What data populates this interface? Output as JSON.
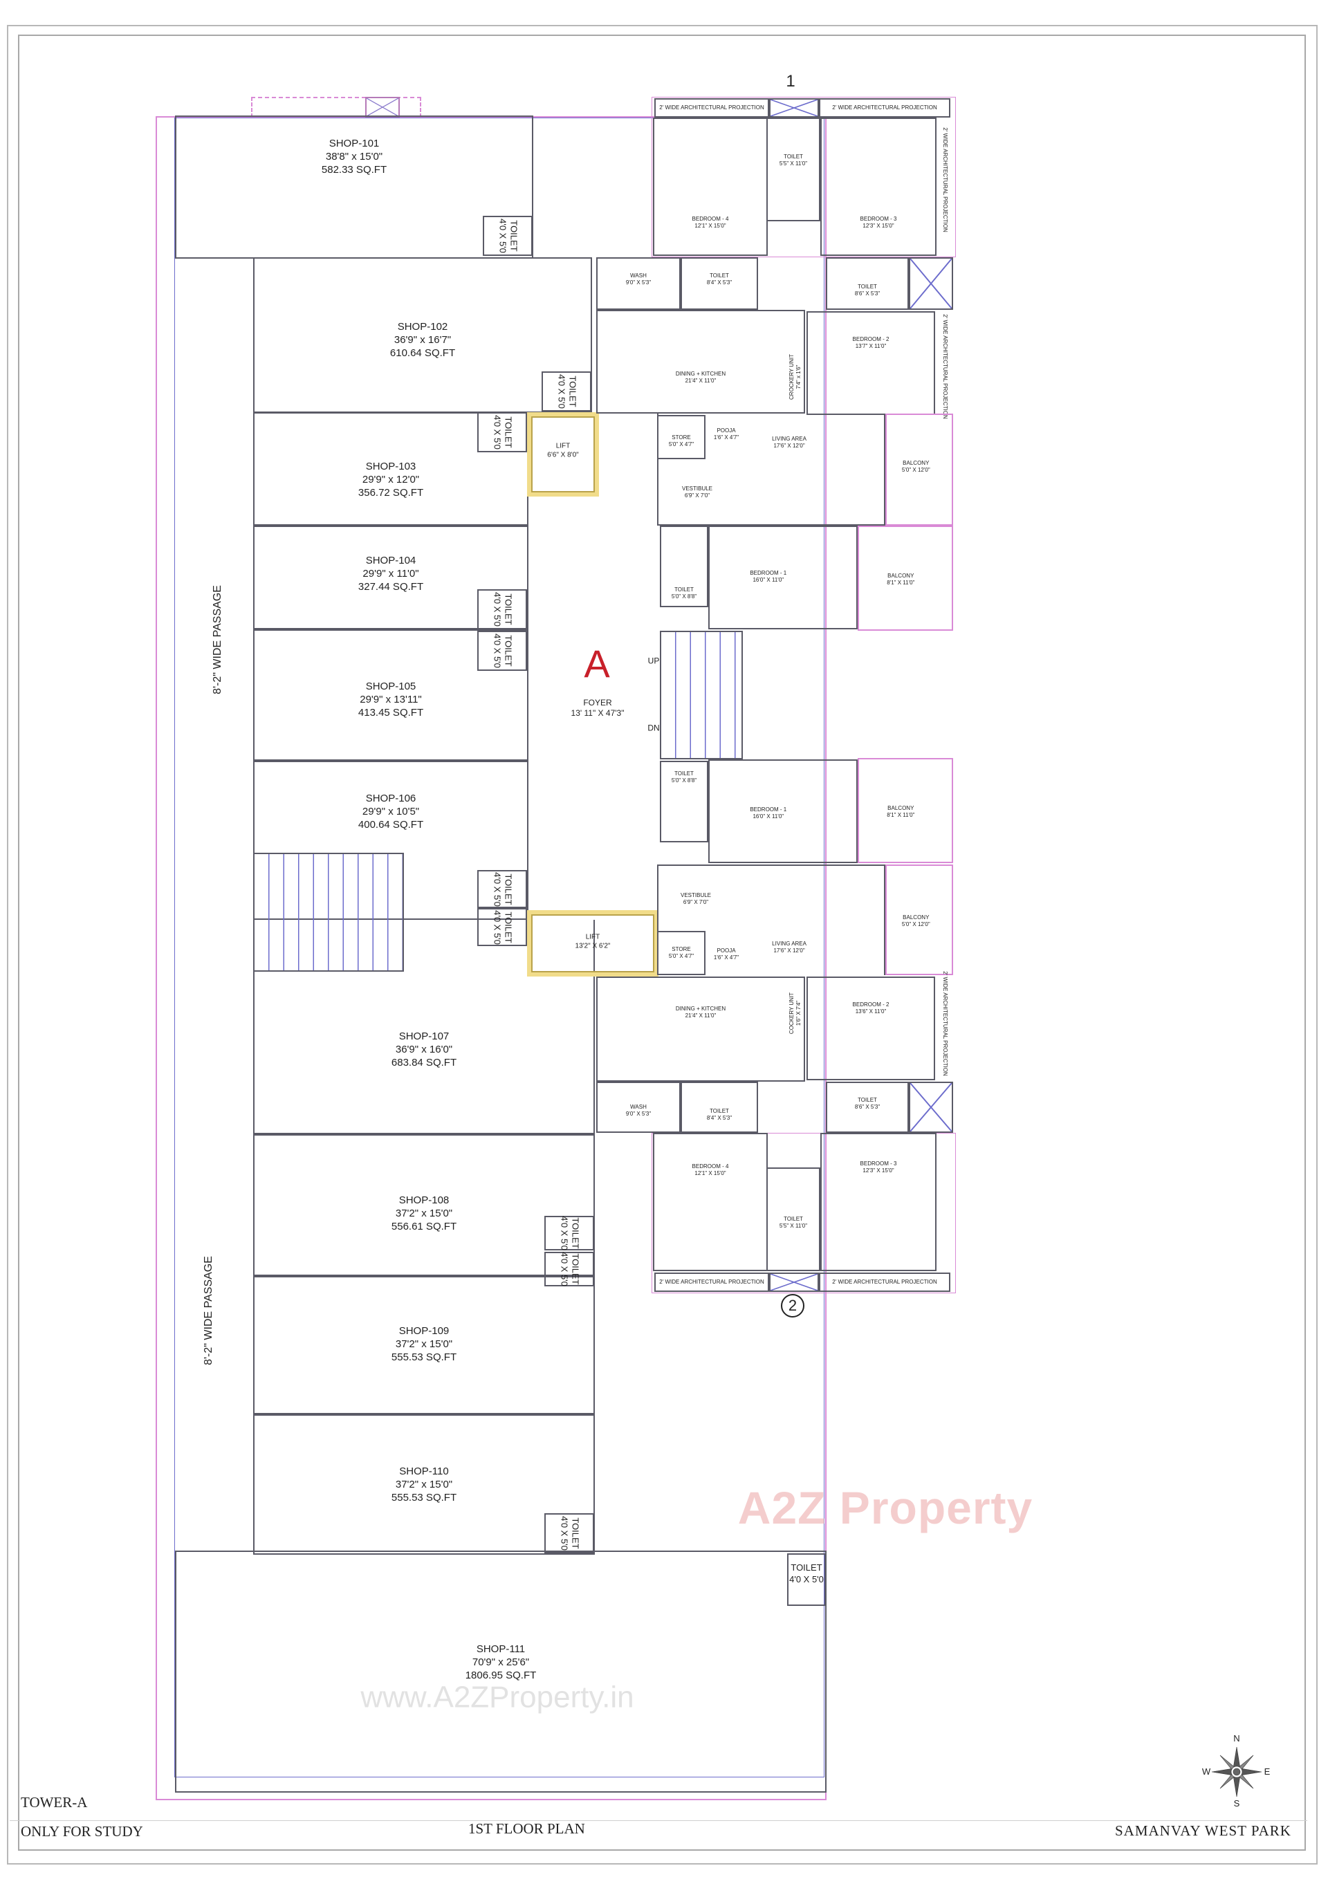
{
  "title_block": {
    "tower": "TOWER-A",
    "disclaimer": "ONLY FOR STUDY",
    "plan_title": "1ST FLOOR  PLAN",
    "project": "SAMANVAY WEST PARK"
  },
  "compass": {
    "n": "N",
    "s": "S",
    "e": "E",
    "w": "W"
  },
  "watermarks": {
    "logo": "A2Z Property",
    "url": "www.A2ZProperty.in"
  },
  "passage": {
    "upper": "8'-2\" WIDE PASSAGE",
    "lower": "8'-2\" WIDE PASSAGE"
  },
  "core": {
    "tower_letter": "A",
    "foyer": {
      "name": "FOYER",
      "size": "13' 11\" X 47'3\""
    },
    "lift_top": {
      "name": "LIFT",
      "size": "6'6\" X 8'0\""
    },
    "lift_bottom": {
      "name": "LIFT",
      "size": "13'2\" X 6'2\""
    },
    "stair_up": "UP",
    "stair_dn": "DN"
  },
  "shop_toilet": {
    "name": "TOILET",
    "size": "4'0 X 5'0"
  },
  "shops": [
    {
      "name": "SHOP-101",
      "dims": "38'8\" x 15'0\"",
      "area": "582.33 SQ.FT"
    },
    {
      "name": "SHOP-102",
      "dims": "36'9\" x 16'7\"",
      "area": "610.64 SQ.FT"
    },
    {
      "name": "SHOP-103",
      "dims": "29'9\" x 12'0\"",
      "area": "356.72 SQ.FT"
    },
    {
      "name": "SHOP-104",
      "dims": "29'9\" x 11'0\"",
      "area": "327.44 SQ.FT"
    },
    {
      "name": "SHOP-105",
      "dims": "29'9\" x 13'11\"",
      "area": "413.45 SQ.FT"
    },
    {
      "name": "SHOP-106",
      "dims": "29'9\" x 10'5\"",
      "area": "400.64 SQ.FT"
    },
    {
      "name": "SHOP-107",
      "dims": "36'9\" x 16'0\"",
      "area": "683.84 SQ.FT"
    },
    {
      "name": "SHOP-108",
      "dims": "37'2\" x 15'0\"",
      "area": "556.61 SQ.FT"
    },
    {
      "name": "SHOP-109",
      "dims": "37'2\" x 15'0\"",
      "area": "555.53 SQ.FT"
    },
    {
      "name": "SHOP-110",
      "dims": "37'2\" x 15'0\"",
      "area": "555.53 SQ.FT"
    },
    {
      "name": "SHOP-111",
      "dims": "70'9\" x 25'6\"",
      "area": "1806.95 SQ.FT"
    }
  ],
  "flat1": {
    "marker": "1",
    "projection": "2' WIDE ARCHITECTURAL PROJECTION",
    "bedroom4": {
      "name": "BEDROOM - 4",
      "size": "12'1\" X 15'0\""
    },
    "toilet_mid": {
      "name": "TOILET",
      "size": "5'5\" X 11'0\""
    },
    "bedroom3": {
      "name": "BEDROOM - 3",
      "size": "12'3\" X 15'0\""
    },
    "wash": {
      "name": "WASH",
      "size": "9'0\" X 5'3\""
    },
    "toilet_a": {
      "name": "TOILET",
      "size": "8'4\" X 5'3\""
    },
    "toilet_b": {
      "name": "TOILET",
      "size": "8'6\" X 5'3\""
    },
    "bedroom2": {
      "name": "BEDROOM - 2",
      "size": "13'7\" X 11'0\""
    },
    "dining": {
      "name": "DINING + KITCHEN",
      "size": "21'4\" X 11'0\""
    },
    "crockery": {
      "name": "CROCKERY UNIT",
      "size": "7'4\" x 1'6\""
    },
    "store": {
      "name": "STORE",
      "size": "5'0\" X 4'7\""
    },
    "pooja": {
      "name": "POOJA",
      "size": "1'6\" X 4'7\""
    },
    "living": {
      "name": "LIVING AREA",
      "size": "17'6\" X 12'0\""
    },
    "balcony_a": {
      "name": "BALCONY",
      "size": "5'0\" X 12'0\""
    },
    "vestibule": {
      "name": "VESTIBULE",
      "size": "6'9\" X 7'0\""
    },
    "bedroom1": {
      "name": "BEDROOM - 1",
      "size": "16'0\" X 11'0\""
    },
    "toilet_c": {
      "name": "TOILET",
      "size": "5'0\" X 8'8\""
    },
    "balcony_b": {
      "name": "BALCONY",
      "size": "8'1\" X 11'0\""
    }
  },
  "flat2": {
    "marker": "2",
    "projection": "2' WIDE ARCHITECTURAL PROJECTION",
    "toilet_c": {
      "name": "TOILET",
      "size": "5'0\" X 8'8\""
    },
    "bedroom1": {
      "name": "BEDROOM - 1",
      "size": "16'0\" X 11'0\""
    },
    "balcony_b": {
      "name": "BALCONY",
      "size": "8'1\" X 11'0\""
    },
    "vestibule": {
      "name": "VESTIBULE",
      "size": "6'9\" X 7'0\""
    },
    "balcony_a": {
      "name": "BALCONY",
      "size": "5'0\" X 12'0\""
    },
    "store": {
      "name": "STORE",
      "size": "5'0\" X 4'7\""
    },
    "pooja": {
      "name": "POOJA",
      "size": "1'6\" X 4'7\""
    },
    "living": {
      "name": "LIVING AREA",
      "size": "17'6\" X 12'0\""
    },
    "dining": {
      "name": "DINING + KITCHEN",
      "size": "21'4\" X 11'0\""
    },
    "crockery": {
      "name": "COCKERY UNIT",
      "size": "1'6\" X 7'4\""
    },
    "bedroom2": {
      "name": "BEDROOM - 2",
      "size": "13'6\" X 11'0\""
    },
    "wash": {
      "name": "WASH",
      "size": "9'0\" X 5'3\""
    },
    "toilet_a": {
      "name": "TOILET",
      "size": "8'4\" X 5'3\""
    },
    "toilet_b": {
      "name": "TOILET",
      "size": "8'6\" X 5'3\""
    },
    "bedroom4": {
      "name": "BEDROOM - 4",
      "size": "12'1\" X 15'0\""
    },
    "bedroom3": {
      "name": "BEDROOM - 3",
      "size": "12'3\" X 15'0\""
    },
    "toilet_mid": {
      "name": "TOILET",
      "size": "5'5\" X 11'0\""
    }
  },
  "colors": {
    "wall": "#5a5a66",
    "projection_line": "#d98ad6",
    "window_line": "#6c6ccc",
    "lift_fill": "#f1dc8a",
    "tower_letter": "#c8202a"
  }
}
